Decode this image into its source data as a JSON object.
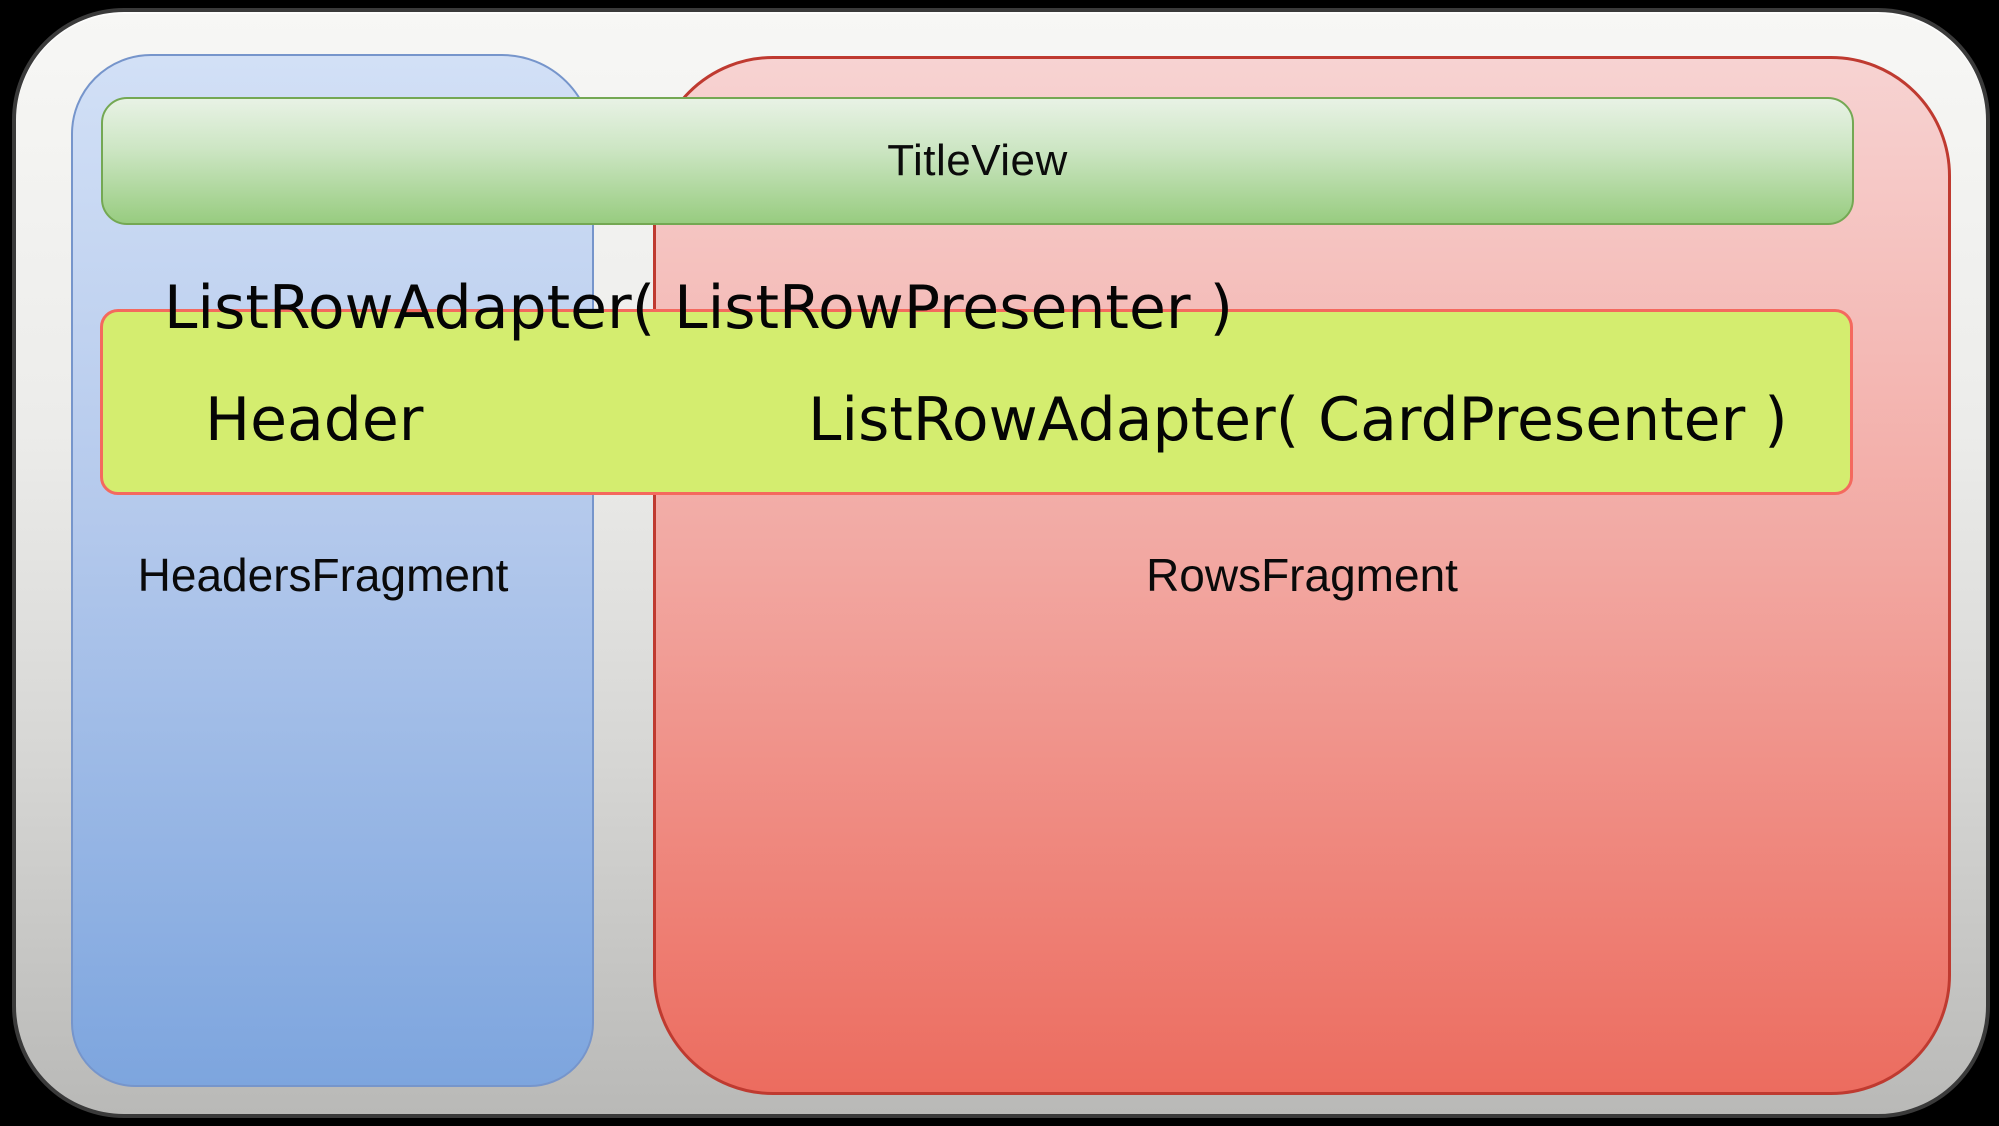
{
  "diagram": {
    "title_bar": {
      "label": "TitleView"
    },
    "overlay": {
      "adapter_label": "ListRowAdapter( ListRowPresenter )"
    },
    "list_row": {
      "header_label": "Header",
      "card_adapter_label": "ListRowAdapter( CardPresenter )"
    },
    "headers_panel": {
      "label": "HeadersFragment"
    },
    "rows_panel": {
      "label": "RowsFragment"
    }
  },
  "colors": {
    "page_background": "#000000",
    "container_top": "#f7f7f5",
    "container_bottom": "#b9b9b7",
    "container_border": "#3a3a3a",
    "blue_top": "#d2e0f6",
    "blue_bottom": "#7da5de",
    "blue_border": "#7695cb",
    "red_top": "#f7d3d2",
    "red_bottom": "#ec6c5f",
    "red_border": "#bf3a30",
    "green_top": "#e8f2e5",
    "green_bottom": "#98cc80",
    "green_border": "#74a853",
    "yellow_fill": "#d4ed6f",
    "yellow_border": "#f4695e",
    "text": "#0b0b0b"
  }
}
